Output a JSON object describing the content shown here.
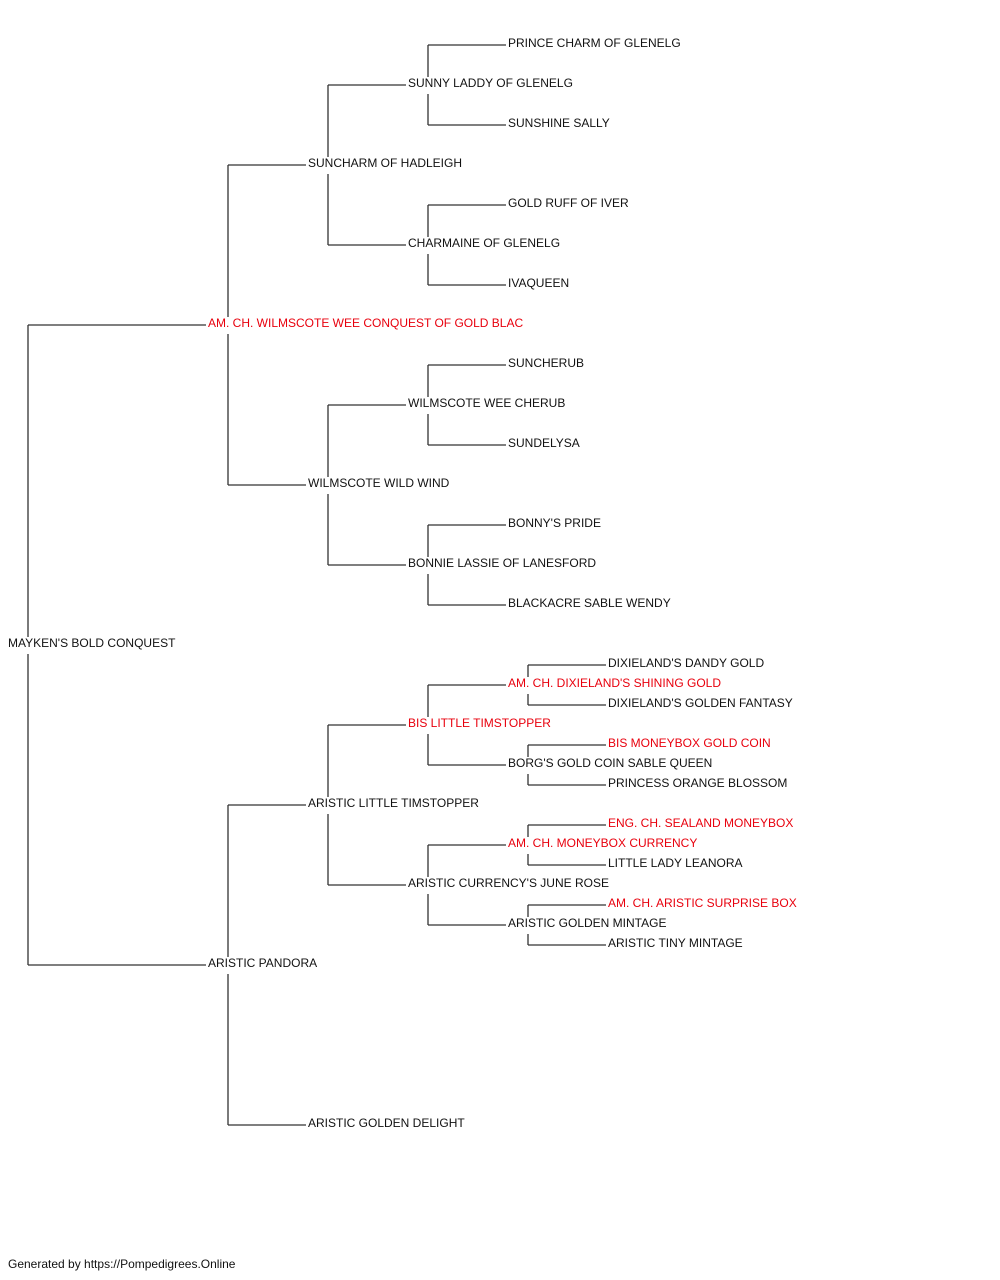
{
  "colors": {
    "normal": "#111111",
    "champion": "#e8000d",
    "line": "#333333"
  },
  "pedigree": {
    "subject": {
      "name": "MAYKEN'S BOLD CONQUEST",
      "champion": false
    },
    "sire": {
      "name": "AM. CH. WILMSCOTE WEE CONQUEST OF GOLD BLAC",
      "champion": true
    },
    "sire_sire": {
      "name": "SUNCHARM OF HADLEIGH",
      "champion": false
    },
    "sire_sire_sire": {
      "name": "SUNNY LADDY OF GLENELG",
      "champion": false
    },
    "sire_sire_sire_sire": {
      "name": "PRINCE CHARM OF GLENELG",
      "champion": false
    },
    "sire_sire_sire_dam": {
      "name": "SUNSHINE SALLY",
      "champion": false
    },
    "sire_sire_dam": {
      "name": "CHARMAINE OF GLENELG",
      "champion": false
    },
    "sire_sire_dam_sire": {
      "name": "GOLD RUFF OF IVER",
      "champion": false
    },
    "sire_sire_dam_dam": {
      "name": "IVAQUEEN",
      "champion": false
    },
    "sire_dam": {
      "name": "WILMSCOTE WILD WIND",
      "champion": false
    },
    "sire_dam_sire": {
      "name": "WILMSCOTE WEE CHERUB",
      "champion": false
    },
    "sire_dam_sire_sire": {
      "name": "SUNCHERUB",
      "champion": false
    },
    "sire_dam_sire_dam": {
      "name": "SUNDELYSA",
      "champion": false
    },
    "sire_dam_dam": {
      "name": "BONNIE LASSIE OF LANESFORD",
      "champion": false
    },
    "sire_dam_dam_sire": {
      "name": "BONNY'S PRIDE",
      "champion": false
    },
    "sire_dam_dam_dam": {
      "name": "BLACKACRE SABLE WENDY",
      "champion": false
    },
    "dam": {
      "name": "ARISTIC PANDORA",
      "champion": false
    },
    "dam_sire": {
      "name": "ARISTIC LITTLE TIMSTOPPER",
      "champion": false
    },
    "dam_sire_sire": {
      "name": "BIS LITTLE TIMSTOPPER",
      "champion": true
    },
    "dam_sire_sire_sire": {
      "name": "AM. CH. DIXIELAND'S SHINING GOLD",
      "champion": true
    },
    "dam_sire_sire_sire_sire": {
      "name": "DIXIELAND'S DANDY GOLD",
      "champion": false
    },
    "dam_sire_sire_sire_dam": {
      "name": "DIXIELAND'S GOLDEN FANTASY",
      "champion": false
    },
    "dam_sire_sire_dam": {
      "name": "BORG'S GOLD COIN SABLE QUEEN",
      "champion": false
    },
    "dam_sire_sire_dam_sire": {
      "name": "BIS MONEYBOX GOLD COIN",
      "champion": true
    },
    "dam_sire_sire_dam_dam": {
      "name": "PRINCESS ORANGE BLOSSOM",
      "champion": false
    },
    "dam_sire_dam": {
      "name": "ARISTIC CURRENCY'S JUNE ROSE",
      "champion": false
    },
    "dam_sire_dam_sire": {
      "name": "AM. CH. MONEYBOX CURRENCY",
      "champion": true
    },
    "dam_sire_dam_sire_sire": {
      "name": "ENG. CH. SEALAND MONEYBOX",
      "champion": true
    },
    "dam_sire_dam_sire_dam": {
      "name": "LITTLE LADY LEANORA",
      "champion": false
    },
    "dam_sire_dam_dam": {
      "name": "ARISTIC GOLDEN MINTAGE",
      "champion": false
    },
    "dam_sire_dam_dam_sire": {
      "name": "AM. CH. ARISTIC SURPRISE BOX",
      "champion": true
    },
    "dam_sire_dam_dam_dam": {
      "name": "ARISTIC TINY MINTAGE",
      "champion": false
    },
    "dam_dam": {
      "name": "ARISTIC GOLDEN DELIGHT",
      "champion": false
    }
  },
  "footer": "Generated by https://Pompedigrees.Online"
}
